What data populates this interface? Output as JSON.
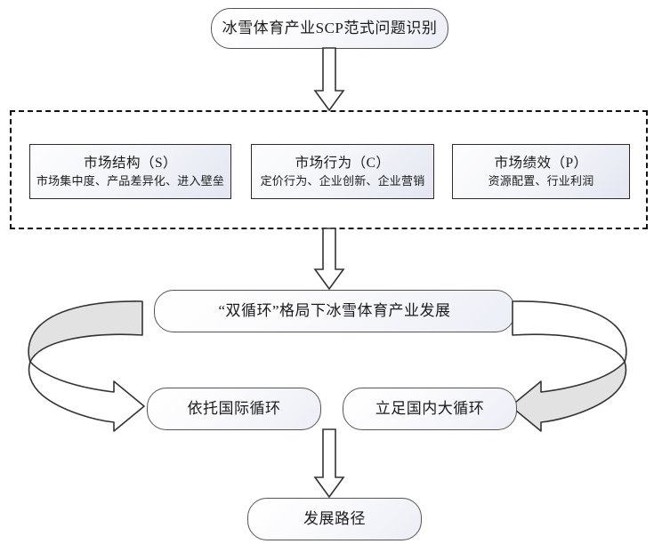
{
  "diagram": {
    "title": "冰雪体育产业SCP范式问题识别",
    "root": {
      "label": "冰雪体育产业SCP范式问题识别"
    },
    "scp_group": {
      "boxes": [
        {
          "title": "市场结构（S）",
          "subtitle": "市场集中度、产品差异化、进入壁垒"
        },
        {
          "title": "市场行为（C）",
          "subtitle": "定价行为、企业创新、企业营销"
        },
        {
          "title": "市场绩效（P）",
          "subtitle": "资源配置、行业利润"
        }
      ]
    },
    "development": {
      "label": "“双循环”格局下冰雪体育产业发展"
    },
    "cycles": [
      {
        "label": "依托国际循环"
      },
      {
        "label": "立足国内大循环"
      }
    ],
    "outcome": {
      "label": "发展路径"
    },
    "arrows": {
      "root_to_group": "down-block-arrow",
      "group_to_development": "down-block-arrow",
      "cycles_to_outcome": "down-block-arrow",
      "left_loop": "curved-loop-arrow-right",
      "right_loop": "curved-loop-arrow-left"
    },
    "colors": {
      "stroke": "#4c4c4c",
      "dashed_border": "#111111",
      "box_fill_light": "#ffffff",
      "box_fill_dark": "#e3e6f1",
      "loop_fill": "#e2e2e2",
      "text": "#1b1b1b"
    }
  }
}
